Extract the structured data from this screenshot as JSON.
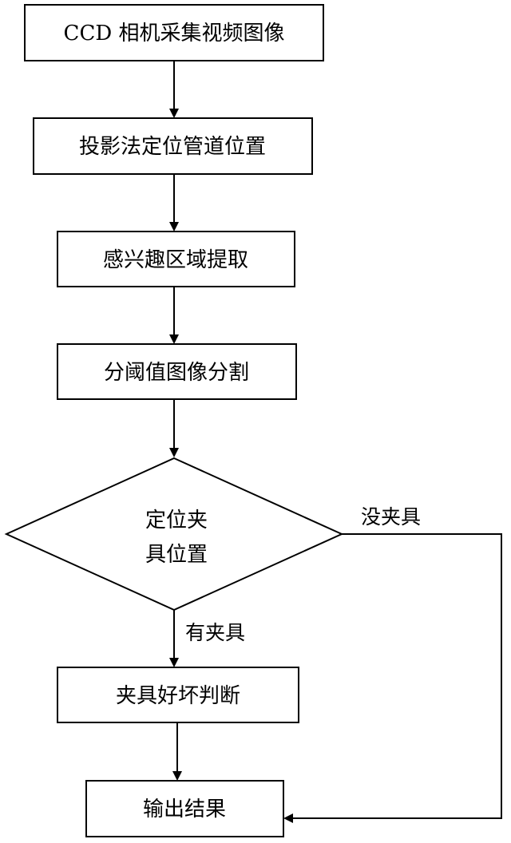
{
  "diagram": {
    "nodes": {
      "capture": "CCD 相机采集视频图像",
      "projection": "投影法定位管道位置",
      "roi": "感兴趣区域提取",
      "threshold": "分阈值图像分割",
      "decision_line1": "定位夹",
      "decision_line2": "具位置",
      "judge": "夹具好坏判断",
      "output": "输出结果"
    },
    "edges": {
      "has_fixture": "有夹具",
      "no_fixture": "没夹具"
    },
    "colors": {
      "stroke": "#000000",
      "fill": "#ffffff"
    }
  }
}
